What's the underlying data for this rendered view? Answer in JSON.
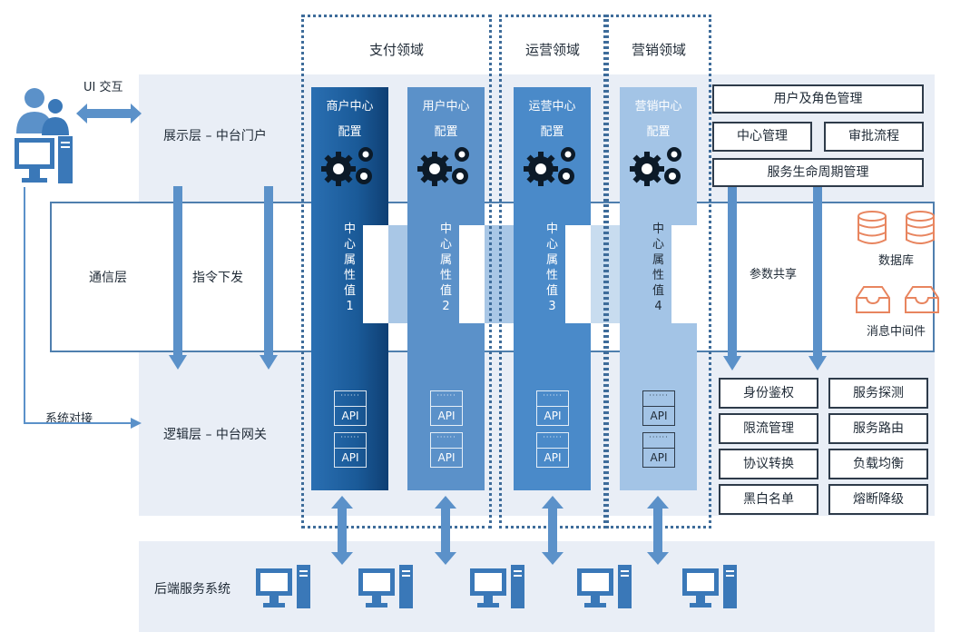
{
  "colors": {
    "band": "#e9eef6",
    "accent": "#3e6c9a",
    "col1": "#1d5f9f",
    "col2": "#5b91c9",
    "col3": "#4a8ac9",
    "col4": "#a3c4e6",
    "orange": "#e8855f"
  },
  "layers": {
    "ui_interaction": "UI 交互",
    "display": "展示层 – 中台门户",
    "communication": "通信层",
    "command": "指令下发",
    "system_connect": "系统对接",
    "logic": "逻辑层 – 中台网关",
    "backend": "后端服务系统"
  },
  "domains": [
    {
      "title": "支付领域"
    },
    {
      "title": "运营领域"
    },
    {
      "title": "营销领域"
    }
  ],
  "centers": [
    {
      "name": "商户中心",
      "config": "配置",
      "attr": [
        "中",
        "心",
        "属",
        "性",
        "值",
        "1"
      ],
      "api": "API"
    },
    {
      "name": "用户中心",
      "config": "配置",
      "attr": [
        "中",
        "心",
        "属",
        "性",
        "值",
        "2"
      ],
      "api": "API"
    },
    {
      "name": "运营中心",
      "config": "配置",
      "attr": [
        "中",
        "心",
        "属",
        "性",
        "值",
        "3"
      ],
      "api": "API"
    },
    {
      "name": "营销中心",
      "config": "配置",
      "attr": [
        "中",
        "心",
        "属",
        "性",
        "值",
        "4"
      ],
      "api": "API"
    }
  ],
  "management": {
    "user_role": "用户及角色管理",
    "center_mgmt": "中心管理",
    "approval": "审批流程",
    "lifecycle": "服务生命周期管理"
  },
  "param_share": "参数共享",
  "database": "数据库",
  "middleware": "消息中间件",
  "gateway_functions": [
    "身份鉴权",
    "服务探测",
    "限流管理",
    "服务路由",
    "协议转换",
    "负载均衡",
    "黑白名单",
    "熔断降级"
  ],
  "icons": [
    "user-group-icon",
    "computer-icon",
    "gear-icon",
    "database-icon",
    "inbox-tray-icon",
    "server-icon"
  ]
}
